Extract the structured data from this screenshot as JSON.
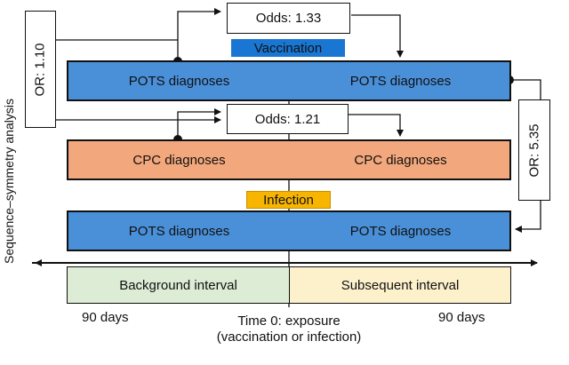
{
  "odds_top": "Odds: 1.33",
  "odds_mid": "Odds: 1.21",
  "or_left": "OR: 1.10",
  "or_right": "OR: 5.35",
  "vaccination_label": "Vaccination",
  "infection_label": "Infection",
  "row1": {
    "left": "POTS diagnoses",
    "right": "POTS diagnoses"
  },
  "row2": {
    "left": "CPC diagnoses",
    "right": "CPC diagnoses"
  },
  "row3": {
    "left": "POTS diagnoses",
    "right": "POTS diagnoses"
  },
  "intervals": {
    "background": "Background interval",
    "subsequent": "Subsequent interval"
  },
  "days_left": "90 days",
  "days_right": "90 days",
  "time0_line1": "Time 0: exposure",
  "time0_line2": "(vaccination or infection)",
  "y_axis_label": "Sequence–symmetry analysis",
  "colors": {
    "blue": "#4a90d9",
    "orange": "#f2a87c",
    "green": "#dcecd5",
    "cream": "#fdf1cc",
    "vaccination_tag": "#1976d2",
    "infection_tag": "#f7b500"
  }
}
